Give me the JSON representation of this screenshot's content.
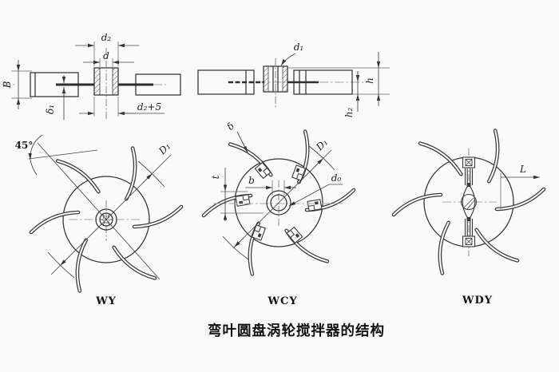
{
  "colors": {
    "background": "#fafafa",
    "ink": "#333333",
    "centerline": "#9f9f9f"
  },
  "section_left": {
    "d2": "d₂",
    "d": "d",
    "B": "B",
    "delta1": "δ₁",
    "d2_plus_5": "d₂+5"
  },
  "section_right": {
    "d1": "d₁",
    "h": "h",
    "h2": "h₂"
  },
  "turbine_wy": {
    "angle": "45°",
    "D1": "D₁",
    "label": "WY"
  },
  "turbine_wcy": {
    "delta": "δ",
    "t": "t",
    "b": "b",
    "D1": "D₁",
    "d0": "d₀",
    "label": "WCY"
  },
  "turbine_wdy": {
    "L": "L",
    "label": "WDY"
  },
  "caption": "弯叶圆盘涡轮搅拌器的结构"
}
